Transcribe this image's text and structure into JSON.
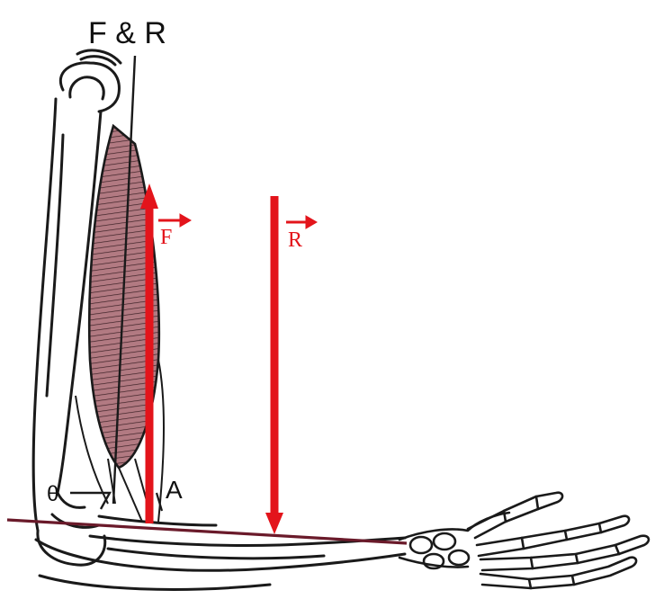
{
  "labels": {
    "title": "F & R",
    "theta": "θ",
    "point_a": "A",
    "force_f": "F",
    "force_r": "R"
  },
  "colors": {
    "background": "#ffffff",
    "bone_outline": "#1a1a1a",
    "muscle": "#a86a74",
    "muscle_stripes": "#3a1f24",
    "force_arrow": "#e3141b",
    "lever_line": "#6a1a2a"
  },
  "icons": {
    "force_vector": "vector-arrow-icon"
  }
}
